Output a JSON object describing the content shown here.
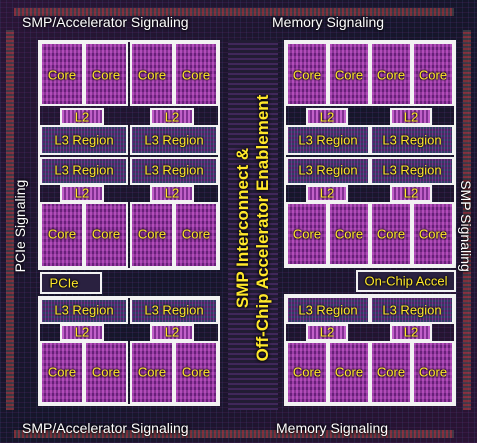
{
  "edges": {
    "top_left": "SMP/Accelerator Signaling",
    "top_right": "Memory Signaling",
    "bottom_left": "SMP/Accelerator Signaling",
    "bottom_right": "Memory Signaling",
    "left": "PCIe Signaling",
    "right": "SMP Signaling"
  },
  "center": {
    "line1": "SMP Interconnect &",
    "line2": "Off-Chip Accelerator Enablement"
  },
  "labels": {
    "core": "Core",
    "l2": "L2",
    "l3": "L3 Region",
    "pcie": "PCIe",
    "accel": "On-Chip Accel"
  }
}
